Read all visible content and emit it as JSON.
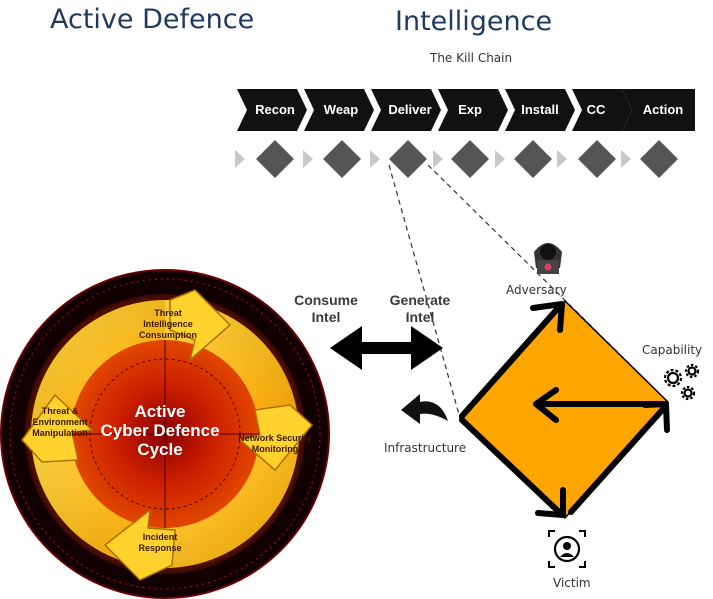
{
  "header": {
    "left_title": "Active Defence",
    "right_title": "Intelligence",
    "subtitle": "The Kill Chain"
  },
  "kill_chain": {
    "stages": [
      "Recon",
      "Weap",
      "Deliver",
      "Exp",
      "Install",
      "CC",
      "Action"
    ]
  },
  "intel_flow": {
    "consume_line1": "Consume",
    "consume_line2": "Intel",
    "generate_line1": "Generate",
    "generate_line2": "Intel"
  },
  "cycle": {
    "center_line1": "Active",
    "center_line2": "Cyber Defence",
    "center_line3": "Cycle",
    "phases": {
      "threat_intel": [
        "Threat",
        "Intelligence",
        "Consumption"
      ],
      "network_monitoring": [
        "Network Security",
        "Monitoring"
      ],
      "incident_response": [
        "Incident",
        "Response"
      ],
      "threat_manipulation": [
        "Threat &",
        "Environment",
        "Manipulation"
      ]
    }
  },
  "diamond_model": {
    "adversary": "Adversary",
    "capability": "Capability",
    "infrastructure": "Infrastructure",
    "victim": "Victim",
    "fill_color": "#ffa500"
  },
  "colors": {
    "heading": "#1f3a5f",
    "chevron": "#111111",
    "diamond_marker": "#555555",
    "small_triangle": "#c8c8c8"
  },
  "icons": {
    "adversary": "hacker-icon",
    "capability": "gears-icon",
    "infrastructure": "curved-arrow-icon",
    "victim": "target-person-icon"
  }
}
